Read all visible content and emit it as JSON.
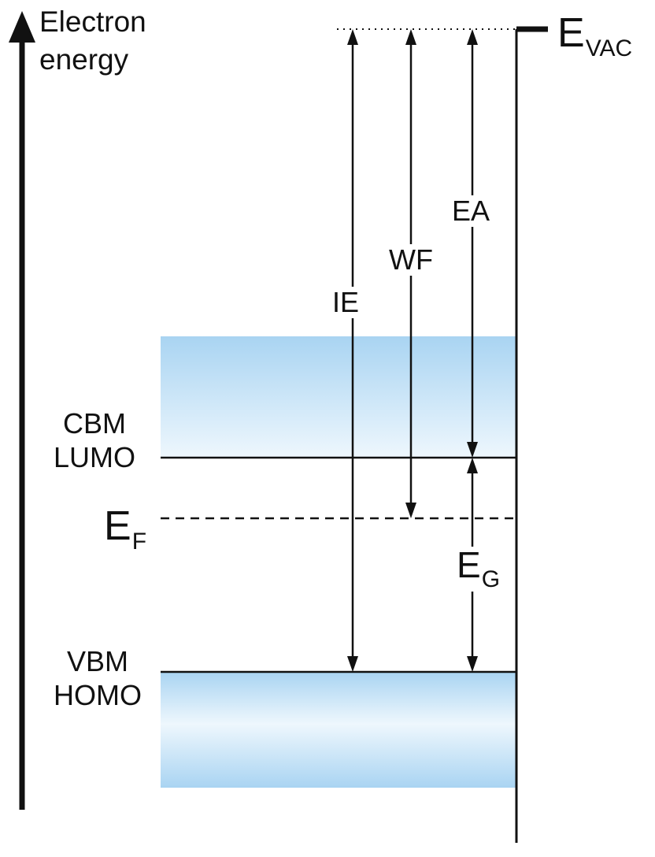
{
  "axis": {
    "title_line1": "Electron",
    "title_line2": "energy"
  },
  "levels": {
    "vacuum": {
      "main": "E",
      "sub": "VAC"
    },
    "fermi": {
      "main": "E",
      "sub": "F"
    },
    "cbm": {
      "line1": "CBM",
      "line2": "LUMO"
    },
    "vbm": {
      "line1": "VBM",
      "line2": "HOMO"
    }
  },
  "quantities": {
    "ionization_energy": "IE",
    "work_function": "WF",
    "electron_affinity": "EA",
    "band_gap": {
      "main": "E",
      "sub": "G"
    }
  },
  "colors": {
    "band_fill": "#a9d4f2",
    "band_fill_light": "#eef7fd",
    "line": "#111111"
  }
}
